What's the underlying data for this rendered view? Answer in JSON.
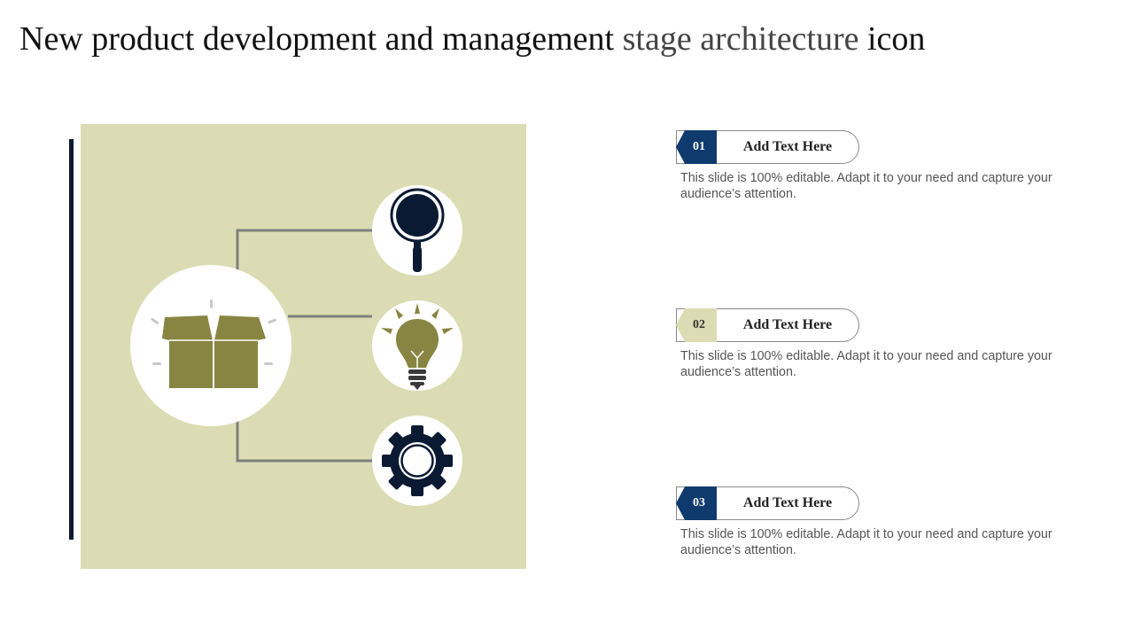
{
  "title": {
    "part1": "New product development and management",
    "part2": "stage architecture",
    "part3": "icon"
  },
  "colors": {
    "panel": "#dcdcb4",
    "navy": "#0b1a33",
    "blue_badge": "#0e3a6e",
    "olive_icon": "#878541",
    "connector": "#7f7f7f"
  },
  "diagram": {
    "center_icon": "open-box-icon",
    "branch_icons": [
      "magnifier-icon",
      "light-bulb-icon",
      "gear-icon"
    ]
  },
  "items": [
    {
      "number": "01",
      "label": "Add Text Here",
      "description": "This slide is 100% editable. Adapt it to your need and capture your audience’s attention.",
      "badge_style": "blue"
    },
    {
      "number": "02",
      "label": "Add Text Here",
      "description": "This slide is 100% editable. Adapt it to your need and capture your audience’s attention.",
      "badge_style": "olive"
    },
    {
      "number": "03",
      "label": "Add Text Here",
      "description": "This slide is 100% editable. Adapt it to your need and capture your audience’s attention.",
      "badge_style": "blue"
    }
  ]
}
